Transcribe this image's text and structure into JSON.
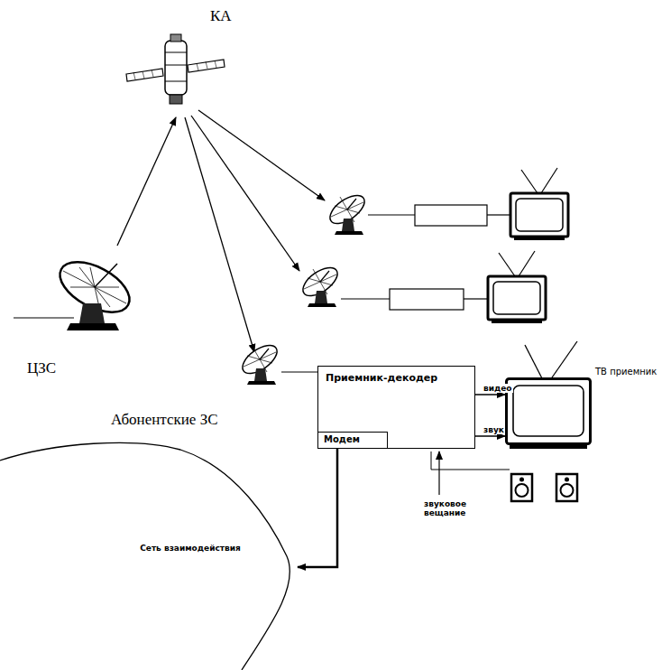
{
  "diagram": {
    "nodes": [
      {
        "text": [
          "Приемник-декодер"
        ]
      },
      {
        "text": [
          "Модем"
        ],
        "in": 0
      },
      {
        "text": [
          "ТВ приемник"
        ]
      },
      {
        "text": [
          "Сеть взаимодействия"
        ]
      }
    ],
    "edges": [
      {
        "from": 0,
        "to": 2,
        "label": "видео",
        "arrow": "to"
      },
      {
        "from": 0,
        "to": 2,
        "label": "звук",
        "arrow": "to"
      },
      {
        "from": 1,
        "to": 3,
        "arrow": "to"
      }
    ],
    "labels": [
      "КА",
      "ЦЗС",
      "Абонентские ЗС",
      "звуковое вещание"
    ]
  }
}
